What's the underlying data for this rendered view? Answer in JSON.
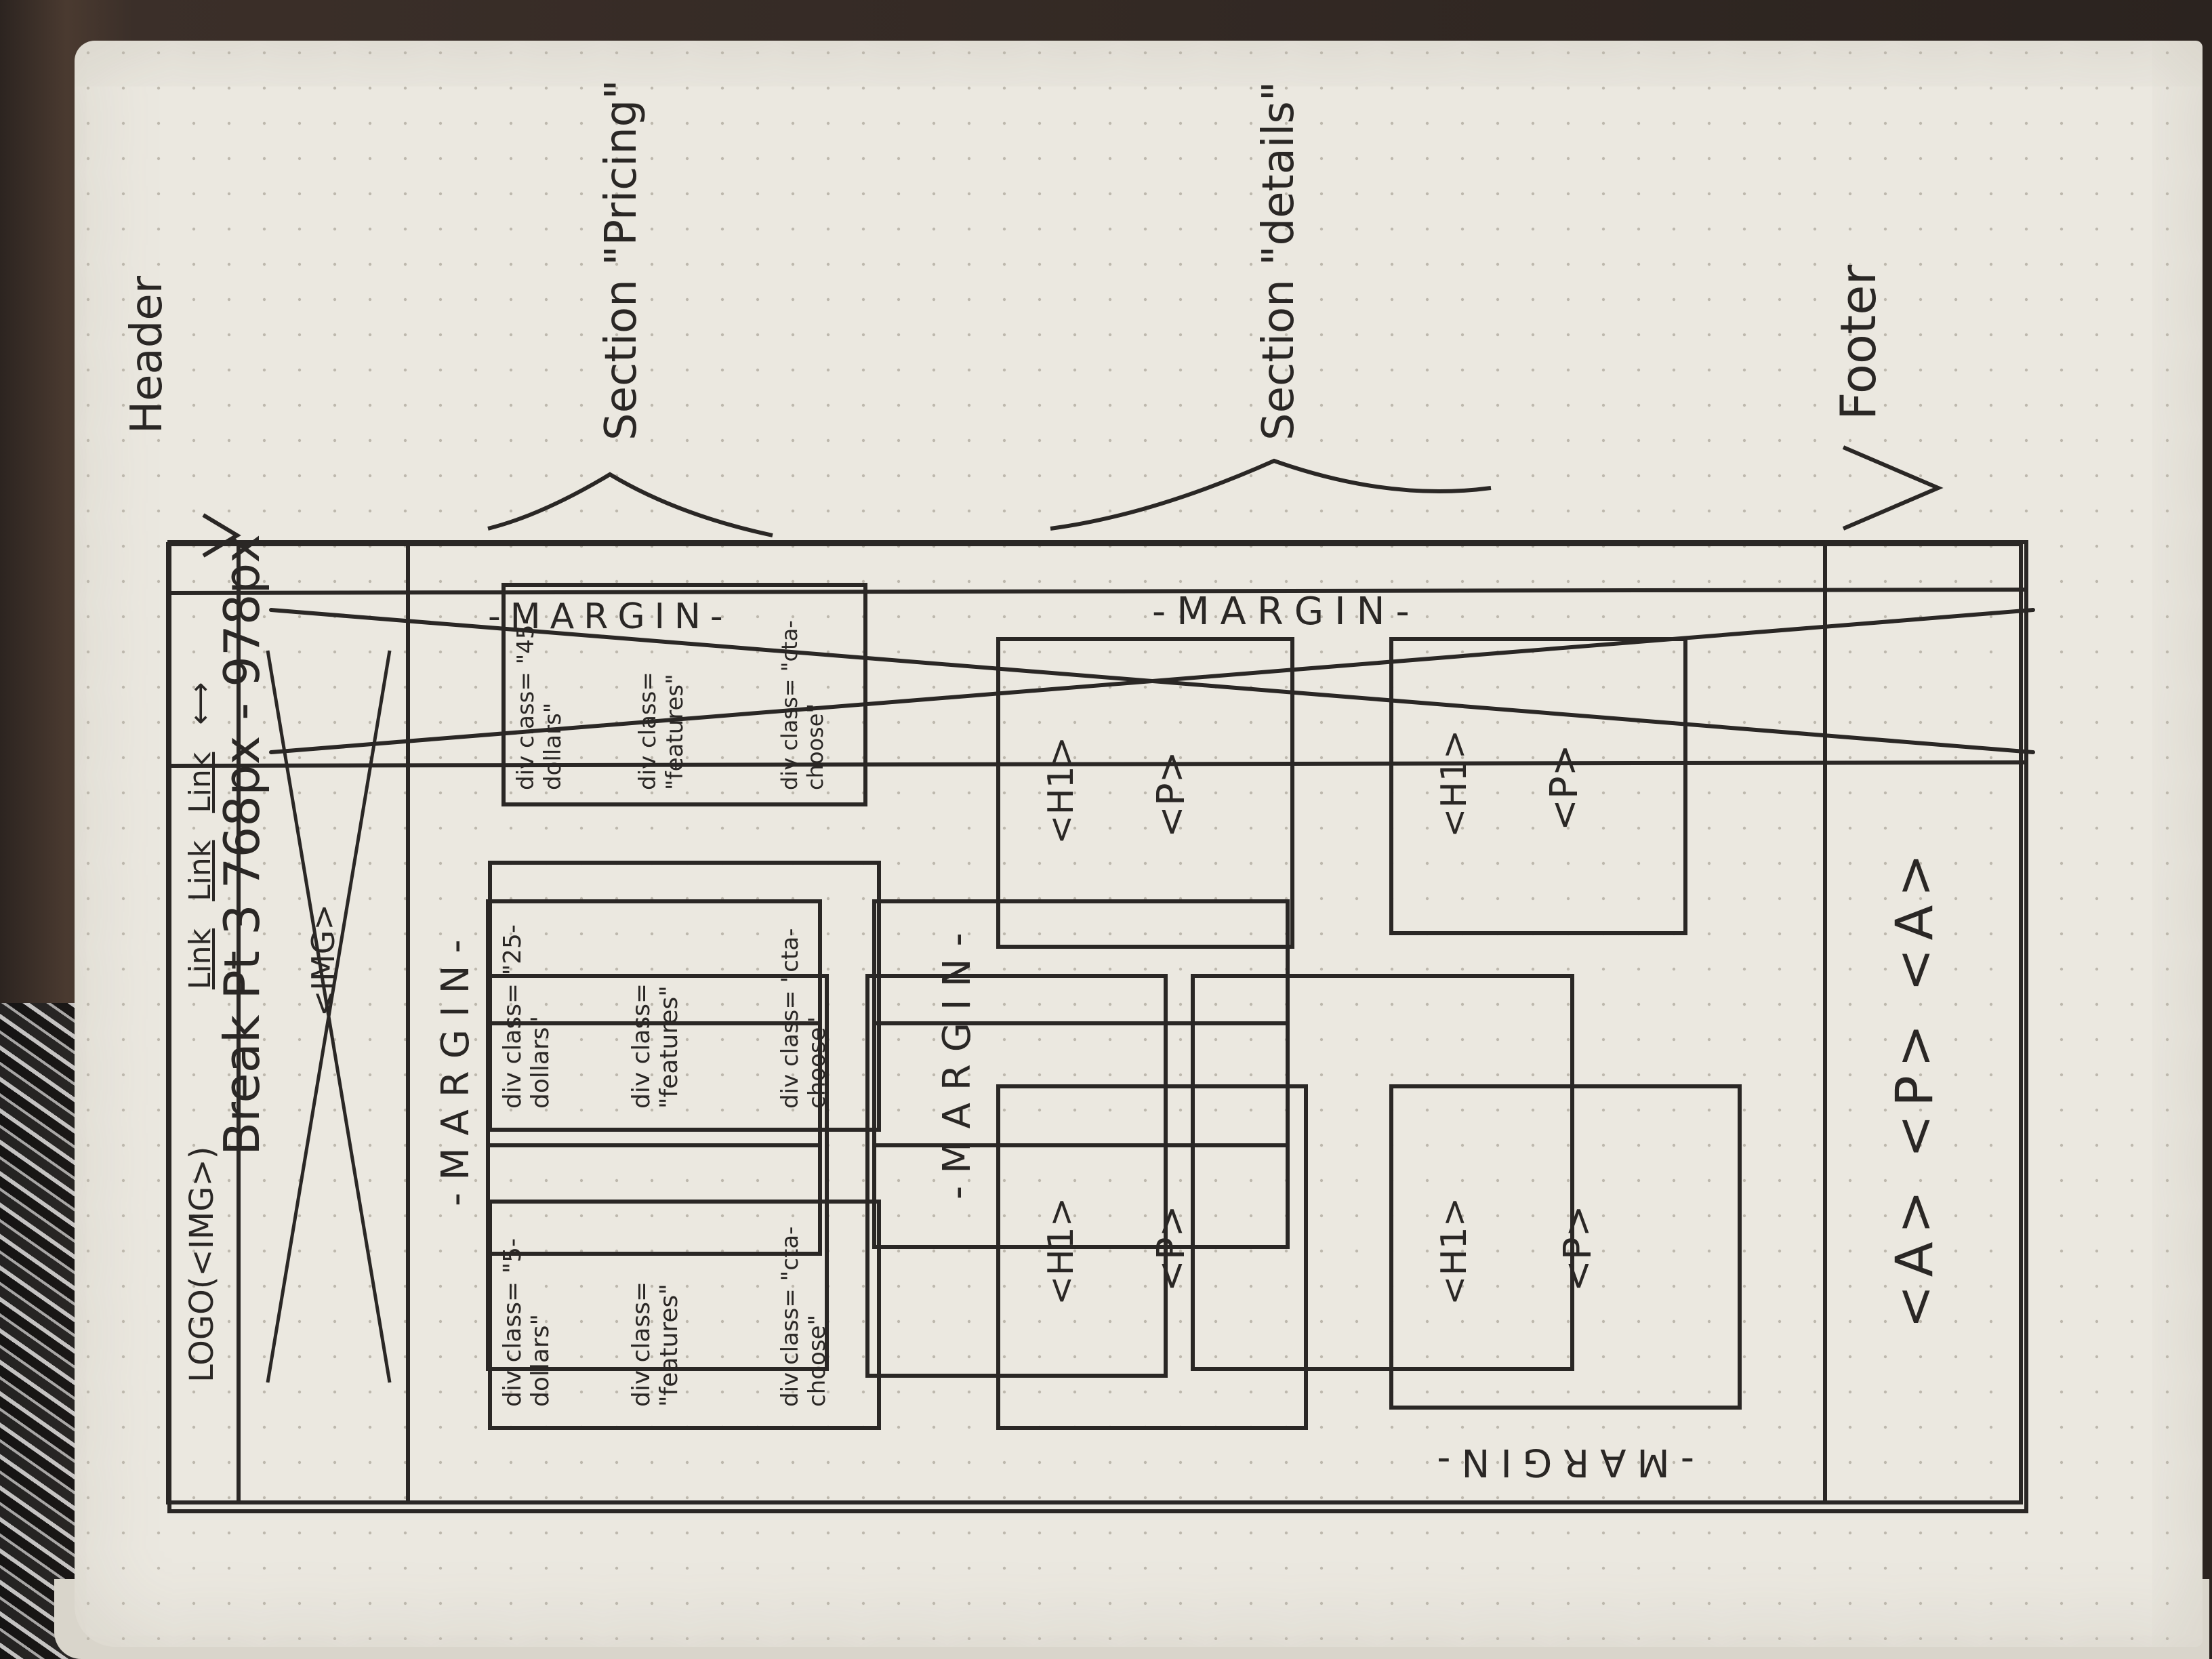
{
  "sketch": {
    "title": "Break Pt 3 768px - 978px",
    "header_label": "Header",
    "pricing_label": "Section \"Pricing\"",
    "details_label": "Section \"details\"",
    "footer_label": "Footer",
    "margin": "-MARGIN-",
    "logo": "LOGO(<IMG>)",
    "nav_links": [
      "Link",
      "Link",
      "Link"
    ],
    "nav_arrow": "⟷",
    "hero_img": "<IMG>",
    "pricing_cards": [
      {
        "price_class": "div class= \"5-dollars\"",
        "features_class": "div class= \"features\"",
        "cta_class": "div class= \"cta-choose\""
      },
      {
        "price_class": "div class= \"25-dollars\"",
        "features_class": "div class= \"features\"",
        "cta_class": "div class= \"cta-choose\""
      },
      {
        "price_class": "div class= \"45-dollars\"",
        "features_class": "div class= \"features\"",
        "cta_class": "div class= \"cta-choose\""
      }
    ],
    "detail_cards": [
      {
        "heading": "<H1>",
        "para": "<P>"
      },
      {
        "heading": "<H1>",
        "para": "<P>"
      },
      {
        "heading": "<H1>",
        "para": "<P>"
      },
      {
        "heading": "<H1>",
        "para": "<P>"
      }
    ],
    "footer_content": "<A> <P> <A>"
  }
}
